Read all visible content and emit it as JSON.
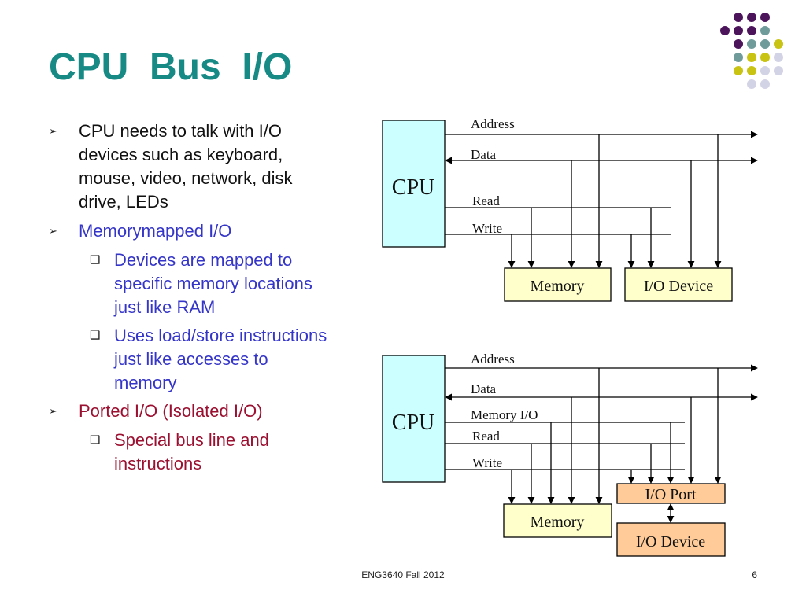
{
  "slide": {
    "title": "CPU  Bus  I/O",
    "footer_text": "ENG3640 Fall 2012",
    "page_number": "6"
  },
  "colors": {
    "title": "#178a85",
    "bullet_black": "#111111",
    "bullet_blue": "#3535c8",
    "bullet_red": "#9b1030",
    "cpu_fill": "#ccffff",
    "memory_fill": "#ffffcc",
    "io_fill": "#ffcc99",
    "dot_purple": "#4b145b",
    "dot_teal": "#6f9c9a",
    "dot_olive": "#c9c414",
    "dot_lavender": "#d3d3e6"
  },
  "bullets": [
    {
      "level": 1,
      "color": "black",
      "icon": "arrowhead-bullet-icon",
      "lines": [
        "CPU needs to talk with I/O",
        "devices such as keyboard,",
        "mouse, video, network, disk",
        "drive, LEDs"
      ]
    },
    {
      "level": 1,
      "color": "blue",
      "icon": "arrowhead-bullet-icon",
      "lines": [
        "Memorymapped I/O"
      ]
    },
    {
      "level": 2,
      "color": "blue",
      "icon": "hollow-square-bullet-icon",
      "lines": [
        "Devices are mapped to",
        "specific memory locations",
        "just like RAM"
      ]
    },
    {
      "level": 2,
      "color": "blue",
      "icon": "hollow-square-bullet-icon",
      "lines": [
        "Uses load/store instructions",
        "just like accesses to",
        "memory"
      ]
    },
    {
      "level": 1,
      "color": "red",
      "icon": "arrowhead-bullet-icon",
      "lines": [
        "Ported I/O (Isolated I/O)"
      ]
    },
    {
      "level": 2,
      "color": "red",
      "icon": "hollow-square-bullet-icon",
      "lines": [
        "Special bus line and",
        "instructions"
      ]
    }
  ],
  "diagram_top": {
    "cpu": "CPU",
    "signals": [
      "Address",
      "Data",
      "Read",
      "Write"
    ],
    "memory": "Memory",
    "io_device": "I/O Device"
  },
  "diagram_bottom": {
    "cpu": "CPU",
    "signals": [
      "Address",
      "Data",
      "Memory I/O",
      "Read",
      "Write"
    ],
    "memory": "Memory",
    "io_port": "I/O Port",
    "io_device": "I/O Device"
  }
}
